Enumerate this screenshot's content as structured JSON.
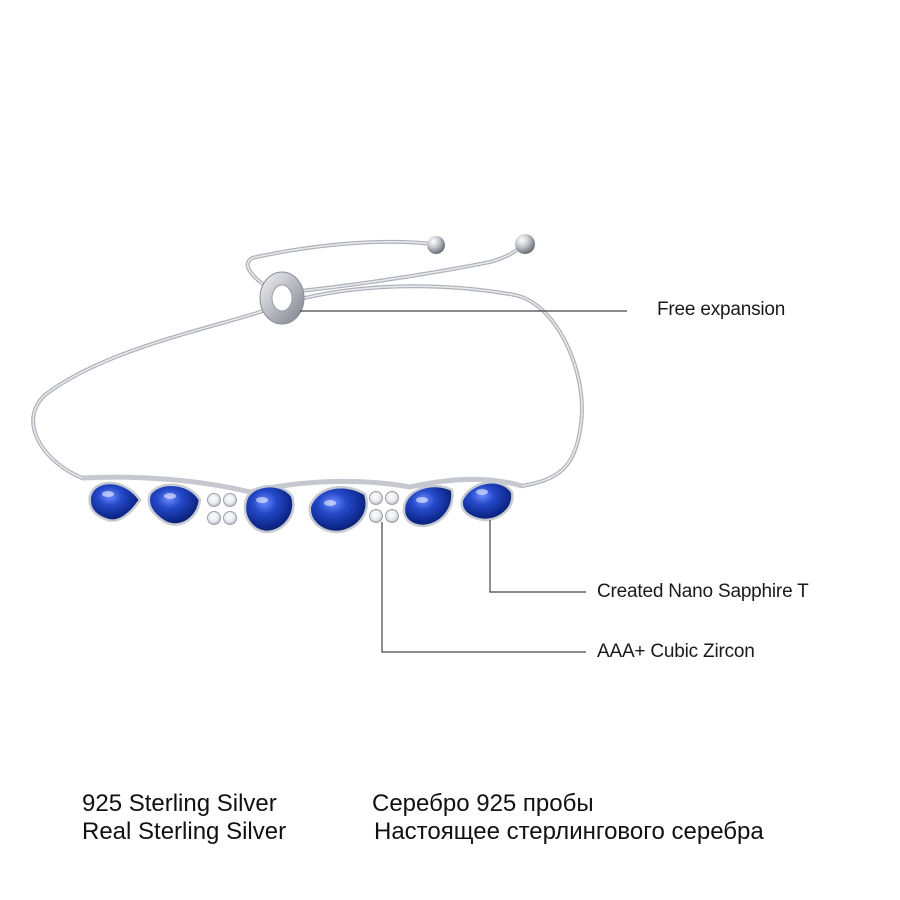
{
  "callouts": {
    "free_expansion": "Free expansion",
    "sapphire": "Created Nano Sapphire T",
    "zircon": "AAA+ Cubic Zircon"
  },
  "specs": {
    "line1_en": "925 Sterling Silver",
    "line1_ru": "Серебро 925 пробы",
    "line2_en": "Real Sterling Silver",
    "line2_ru": "Настоящее стерлингового серебра"
  },
  "colors": {
    "background": "#ffffff",
    "sapphire": "#1f3fb4",
    "silver": "#b9bcc2",
    "leader_line": "#444444"
  }
}
